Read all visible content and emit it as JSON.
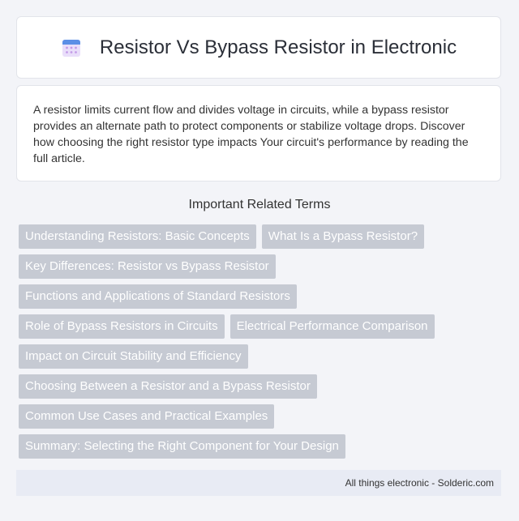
{
  "header": {
    "icon": "calendar-icon",
    "title": "Resistor Vs Bypass Resistor in Electronic"
  },
  "intro": {
    "text": "A resistor limits current flow and divides voltage in circuits, while a bypass resistor provides an alternate path to protect components or stabilize voltage drops. Discover how choosing the right resistor type impacts Your circuit's performance by reading the full article."
  },
  "related": {
    "heading": "Important Related Terms",
    "tags": [
      "Understanding Resistors: Basic Concepts",
      "What Is a Bypass Resistor?",
      "Key Differences: Resistor vs Bypass Resistor",
      "Functions and Applications of Standard Resistors",
      "Role of Bypass Resistors in Circuits",
      "Electrical Performance Comparison",
      "Impact on Circuit Stability and Efficiency",
      "Choosing Between a Resistor and a Bypass Resistor",
      "Common Use Cases and Practical Examples",
      "Summary: Selecting the Right Component for Your Design"
    ]
  },
  "footer": {
    "text": "All things electronic - Solderic.com"
  },
  "colors": {
    "tag_bg": "#c6cad3",
    "footer_bg": "#e8ebf4",
    "page_bg": "#f3f4f8"
  }
}
